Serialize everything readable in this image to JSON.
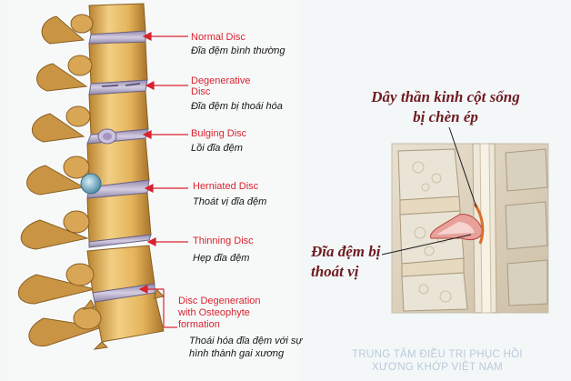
{
  "disc_labels": [
    {
      "en": "Normal Disc",
      "vi": "Đĩa đệm bình thường"
    },
    {
      "en": "Degenerative Disc",
      "vi": "Đĩa đệm bị thoái hóa"
    },
    {
      "en": "Bulging Disc",
      "vi": "Lồi đĩa đệm"
    },
    {
      "en": "Herniated Disc",
      "vi": "Thoát vị đĩa đệm"
    },
    {
      "en": "Thinning Disc",
      "vi": "Hẹp đĩa đệm"
    },
    {
      "en": "Disc Degeneration with Osteophyte formation",
      "vi": "Thoái hóa đĩa đệm với sự hình thành gai xương"
    }
  ],
  "callouts": {
    "nerve": "Dây thần kinh cột sống bị chèn ép",
    "herniation": "Đĩa đệm bị thoát vị"
  },
  "watermark": "TRUNG TÂM ĐIỀU TRỊ PHỤC HỒI XƯƠNG KHỚP VIỆT NAM",
  "colors": {
    "background": "#f4f7f8",
    "label_red": "#d8232f",
    "callout_text": "#6e1c22",
    "bone": "#e2b45a",
    "disc": "#a99abf",
    "watermark": "#b9cad9"
  }
}
